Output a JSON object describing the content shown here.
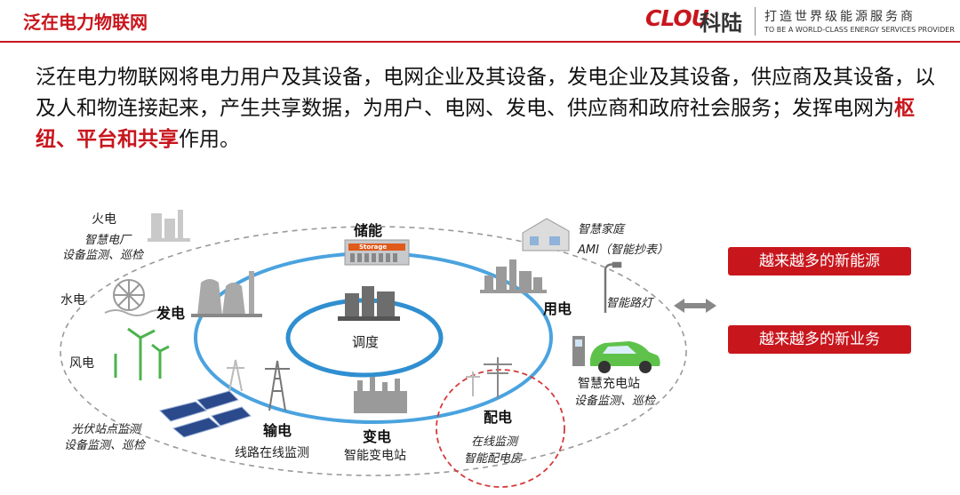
{
  "header": {
    "title": "泛在电力物联网",
    "logo_mark": "CLOU",
    "logo_name": "科陆",
    "slogan_cn": "打造世界级能源服务商",
    "slogan_en": "TO BE A WORLD-CLASS ENERGY SERVICES PROVIDER"
  },
  "intro": {
    "text_before": "泛在电力物联网将电力用户及其设备，电网企业及其设备，发电企业及其设备，供应商及其设备，以及人和物连接起来，产生共享数据，为用户、电网、发电、供应商和政府社会服务；发挥电网为",
    "highlight": "枢纽、平台和共享",
    "text_after": "作用。"
  },
  "diagram": {
    "center": "调度",
    "storage": "储能",
    "storage_box": "Storage",
    "generation": "发电",
    "consumption": "用电",
    "transmission": "输电",
    "substation": "变电",
    "distribution": "配电",
    "thermal": {
      "name": "火电",
      "line1": "智慧电厂",
      "line2": "设备监测、巡检"
    },
    "hydro": "水电",
    "wind": "风电",
    "solar": {
      "line1": "光伏站点监测",
      "line2": "设备监测、巡检"
    },
    "transmission_note": "线路在线监测",
    "substation_note": "智能变电站",
    "distribution_note": {
      "line1": "在线监测",
      "line2": "智能配电房"
    },
    "home": {
      "line1": "智慧家庭",
      "line2": "AMI（智能抄表）"
    },
    "streetlight": "智能路灯",
    "charging": {
      "line1": "智慧充电站",
      "line2": "设备监测、巡检"
    }
  },
  "badges": [
    "越来越多的新能源",
    "越来越多的新业务"
  ],
  "colors": {
    "brand_red": "#c8161d",
    "ring_blue": "#4aa3df",
    "ring_gray": "#9a9a9a"
  }
}
